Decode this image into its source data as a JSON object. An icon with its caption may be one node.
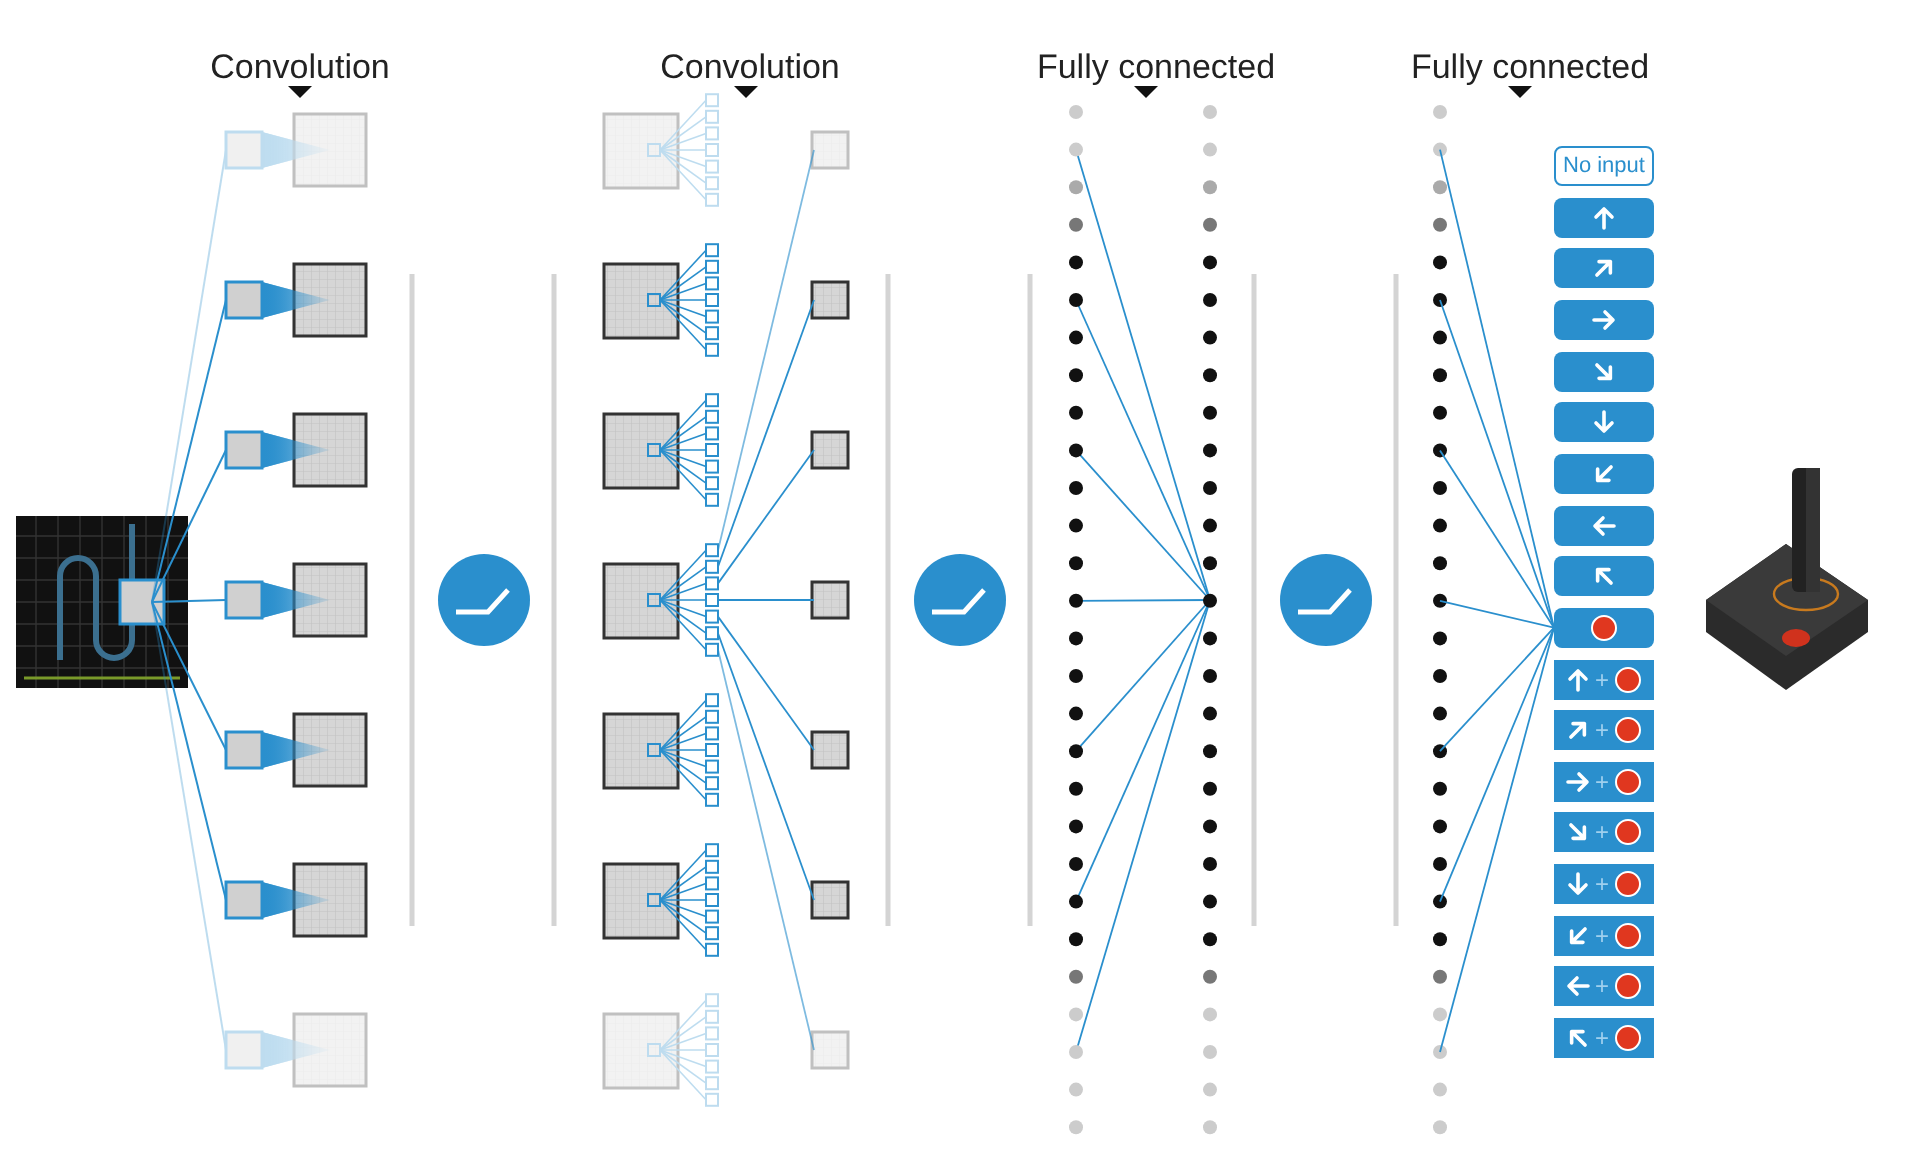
{
  "diagram": {
    "nodes": [
      {
        "text": [
          "No input"
        ]
      },
      {
        "text": [],
        "shape": "box"
      },
      {
        "text": [],
        "shape": "box"
      },
      {
        "text": [],
        "shape": "box"
      },
      {
        "text": [],
        "shape": "box"
      },
      {
        "text": [],
        "shape": "box"
      },
      {
        "text": [],
        "shape": "box"
      },
      {
        "text": [],
        "shape": "box"
      },
      {
        "text": [],
        "shape": "box"
      },
      {
        "text": [],
        "shape": "box"
      },
      {
        "text": [
          "+"
        ]
      },
      {
        "text": [
          "+"
        ]
      },
      {
        "text": [
          "+"
        ]
      },
      {
        "text": [
          "+"
        ]
      },
      {
        "text": [
          "+"
        ]
      },
      {
        "text": [
          "+"
        ]
      },
      {
        "text": [
          "+"
        ]
      },
      {
        "text": [
          "+"
        ]
      }
    ],
    "edges": [
      {
        "from": null,
        "to": 9,
        "arrow": "none"
      },
      {
        "from": null,
        "to": 9,
        "arrow": "none"
      },
      {
        "from": null,
        "to": 9,
        "arrow": "none"
      },
      {
        "from": null,
        "to": 9,
        "arrow": "none"
      },
      {
        "from": null,
        "to": 9,
        "arrow": "none"
      },
      {
        "from": null,
        "to": 9,
        "arrow": "none"
      },
      {
        "from": null,
        "to": 9,
        "arrow": "none"
      }
    ],
    "labels": [
      "Convolution",
      "Convolution",
      "Fully connected",
      "Fully connected"
    ]
  }
}
